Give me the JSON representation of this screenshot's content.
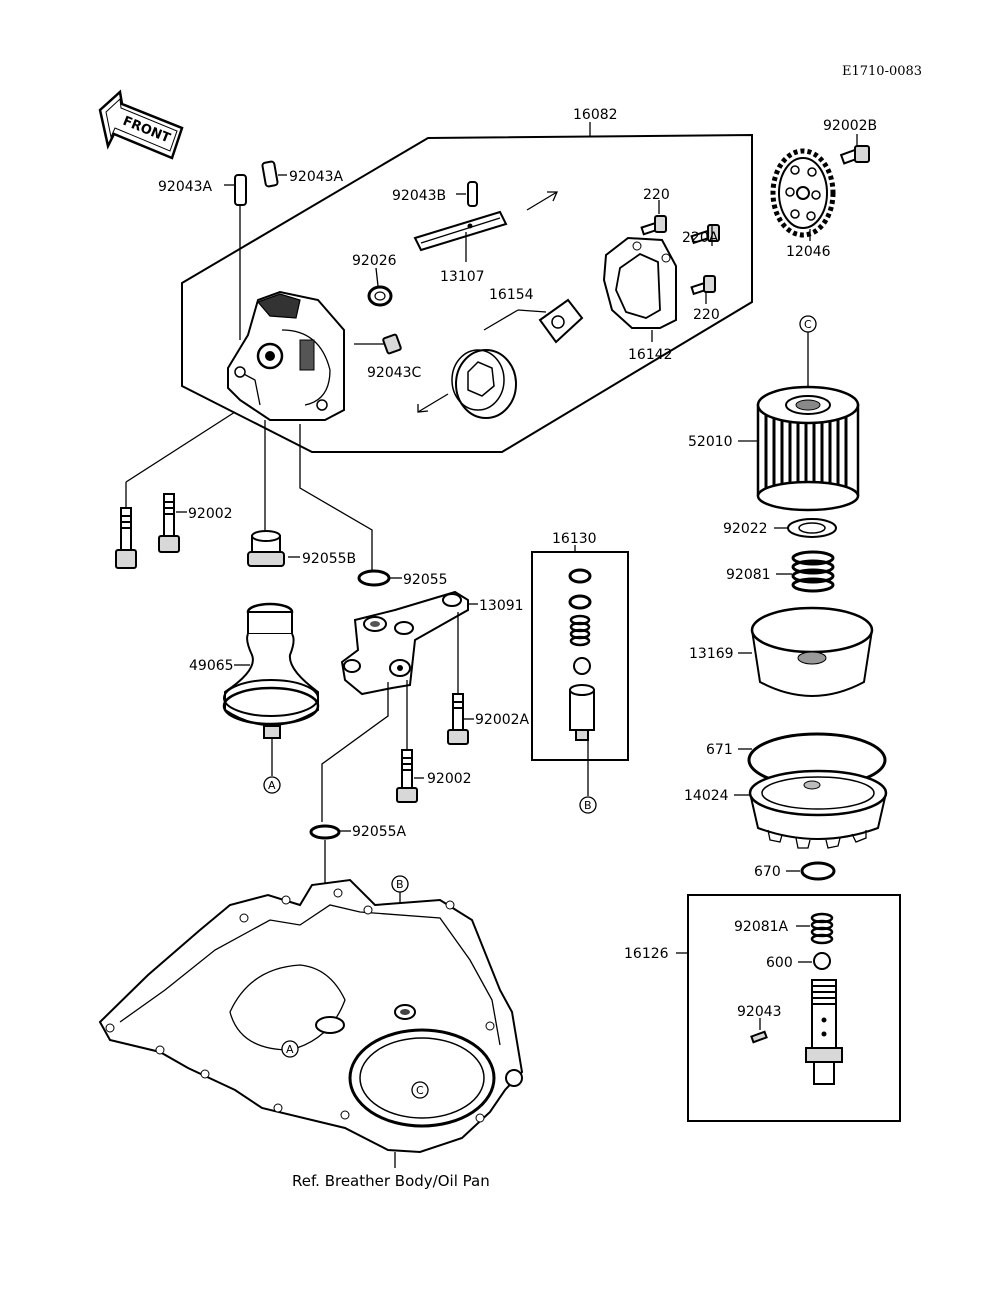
{
  "diagram_code": "E1710-0083",
  "front_arrow_text": "FRONT",
  "callouts": {
    "c16082": "16082",
    "c92043A_left": "92043A",
    "c92043A_right": "92043A",
    "c92043B": "92043B",
    "c220_top": "220",
    "c220A": "220A",
    "c220_bottom": "220",
    "c92002B": "92002B",
    "c12046": "12046",
    "c92026": "92026",
    "c13107": "13107",
    "c16154": "16154",
    "c16142": "16142",
    "c92043C": "92043C",
    "c52010": "52010",
    "c92002_top": "92002",
    "c92055B": "92055B",
    "c92055": "92055",
    "c13091": "13091",
    "c16130": "16130",
    "c92022": "92022",
    "c92081": "92081",
    "c13169": "13169",
    "c49065": "49065",
    "c92002A": "92002A",
    "c92002_mid": "92002",
    "c671": "671",
    "c14024": "14024",
    "c92055A": "92055A",
    "c670": "670",
    "c16126": "16126",
    "c92081A": "92081A",
    "c600": "600",
    "c92043": "92043"
  },
  "markers": {
    "A": "A",
    "B": "B",
    "C": "C"
  },
  "reference_text": "Ref. Breather Body/Oil Pan"
}
